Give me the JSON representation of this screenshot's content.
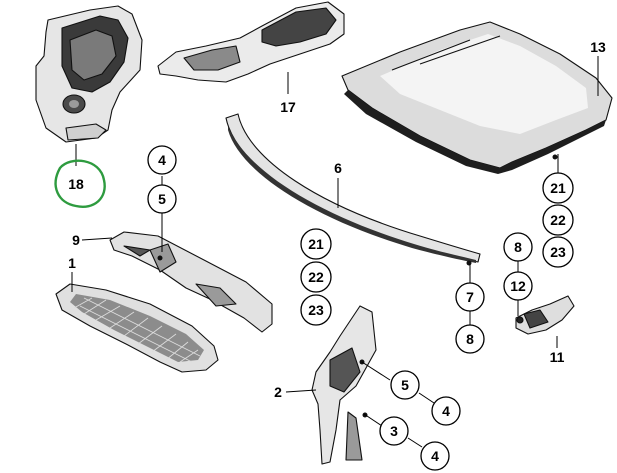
{
  "diagram": {
    "callouts": {
      "p18": "18",
      "p17": "17",
      "p13": "13",
      "p6": "6",
      "p4a": "4",
      "p5a": "5",
      "p9": "9",
      "p1": "1",
      "p21a": "21",
      "p22a": "22",
      "p23a": "23",
      "p21b": "21",
      "p22b": "22",
      "p23b": "23",
      "p8a": "8",
      "p12": "12",
      "p7": "7",
      "p8b": "8",
      "p11": "11",
      "p2": "2",
      "p5b": "5",
      "p4b": "4",
      "p3": "3",
      "p4c": "4"
    },
    "highlight_color": "#2e9b3f"
  }
}
